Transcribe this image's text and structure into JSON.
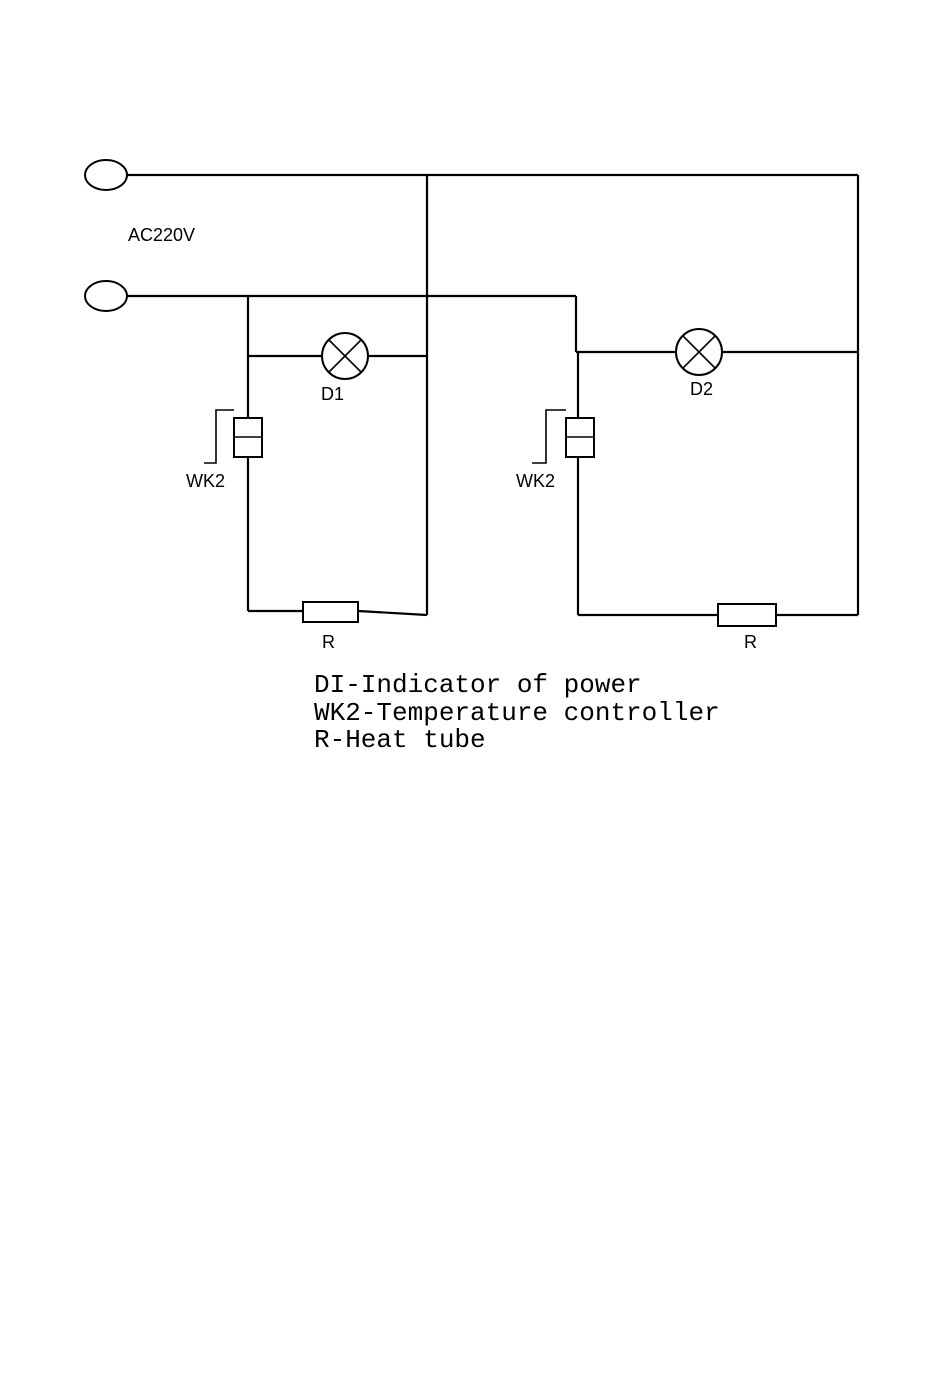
{
  "diagram": {
    "supply_label": "AC220V",
    "branches": [
      {
        "lamp_label": "D1",
        "controller_label": "WK2",
        "heater_label": "R"
      },
      {
        "lamp_label": "D2",
        "controller_label": "WK2",
        "heater_label": "R"
      }
    ]
  },
  "legend": {
    "lines": [
      "DI-Indicator of power",
      "WK2-Temperature controller",
      "R-Heat tube"
    ]
  }
}
